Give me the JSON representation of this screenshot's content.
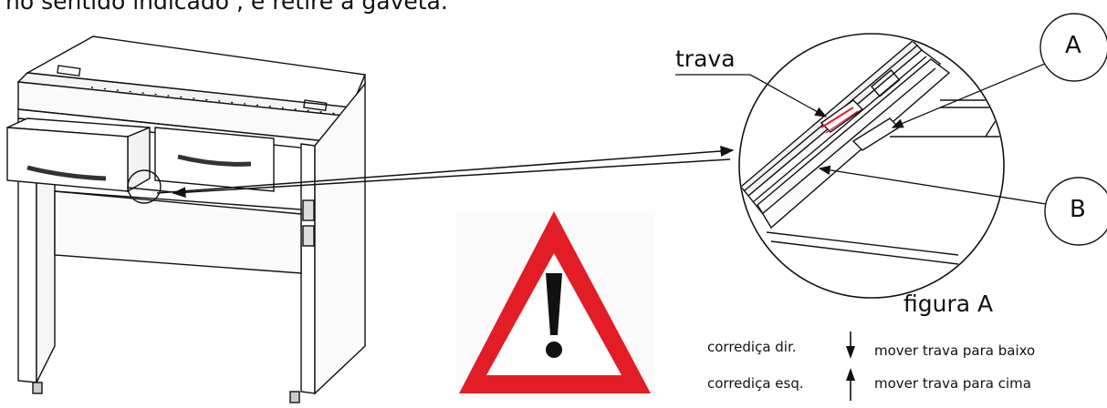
{
  "header": {
    "text": "no sentido indicado , e retire a gaveta."
  },
  "labels": {
    "trava": "trava",
    "callout_a": "A",
    "callout_b": "B",
    "figure": "figura A"
  },
  "legend": [
    {
      "slide": "corrediça dir.",
      "arrow": "down",
      "action": "mover trava para baixo"
    },
    {
      "slide": "corrediça esq.",
      "arrow": "up",
      "action": "mover trava para cima"
    }
  ],
  "warning": {
    "icon": "warning-icon",
    "border_color": "#e21d26",
    "fill_color": "#ffffff",
    "mark_color": "#111111"
  },
  "highlight_color": "#e21d26"
}
